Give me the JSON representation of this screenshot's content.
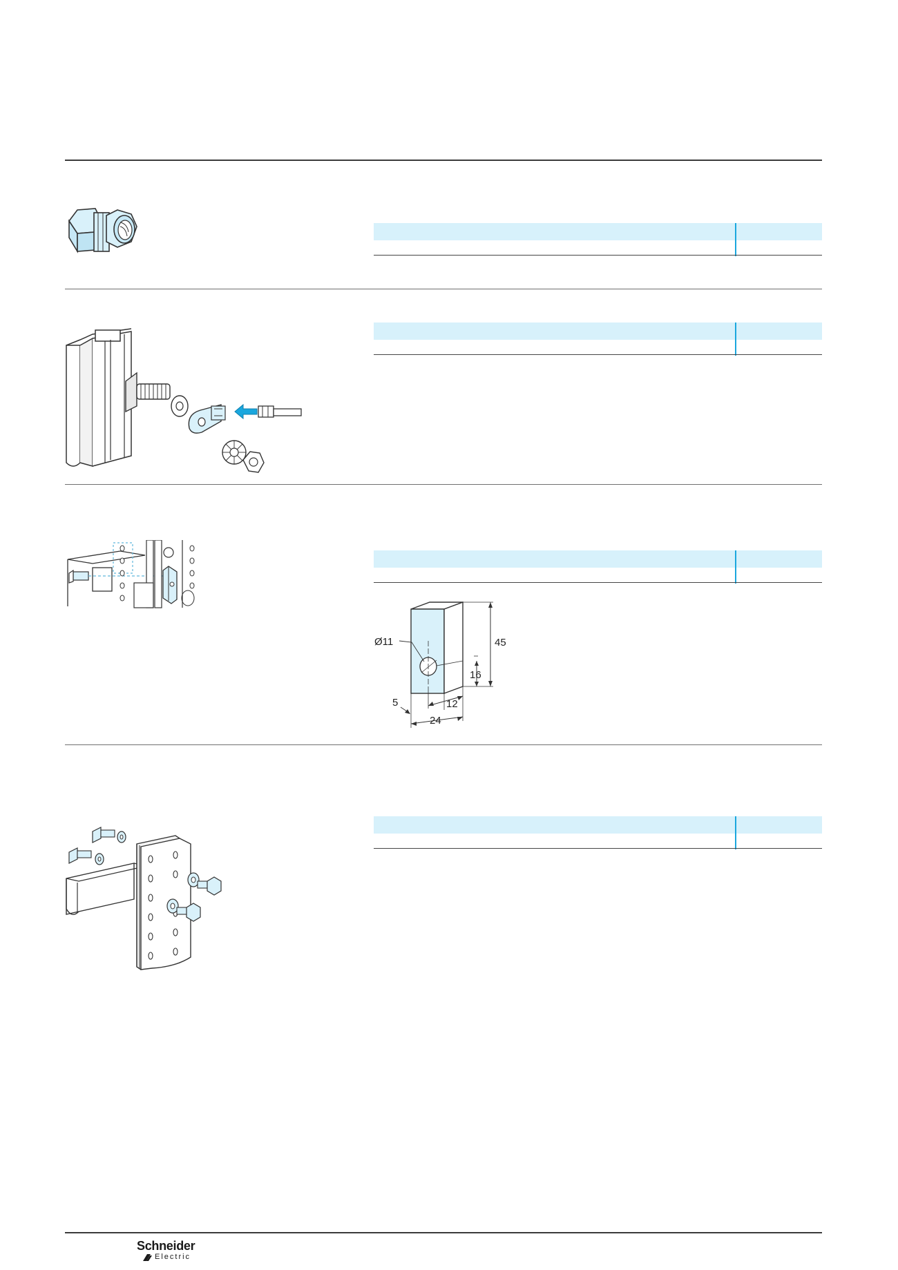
{
  "sections": [
    {
      "illustration": "cable-gland-fitting"
    },
    {
      "illustration": "earth-terminal-assembly"
    },
    {
      "illustration": "busbar-connection-block"
    },
    {
      "illustration": "busbar-bolted-to-upright"
    }
  ],
  "dimension_drawing": {
    "labels": {
      "diameter": "Ø11",
      "height": "45",
      "hole_height": "16",
      "thickness": "5",
      "hole_offset": "12",
      "width": "24"
    }
  },
  "footer": {
    "logo_brand": "Schneider",
    "logo_sub": "Electric"
  },
  "colors": {
    "table_band": "#d7f1fb",
    "table_divider": "#1aa7de",
    "illustration_fill": "#d9f1fa",
    "accent_arrow": "#1aa7de"
  }
}
